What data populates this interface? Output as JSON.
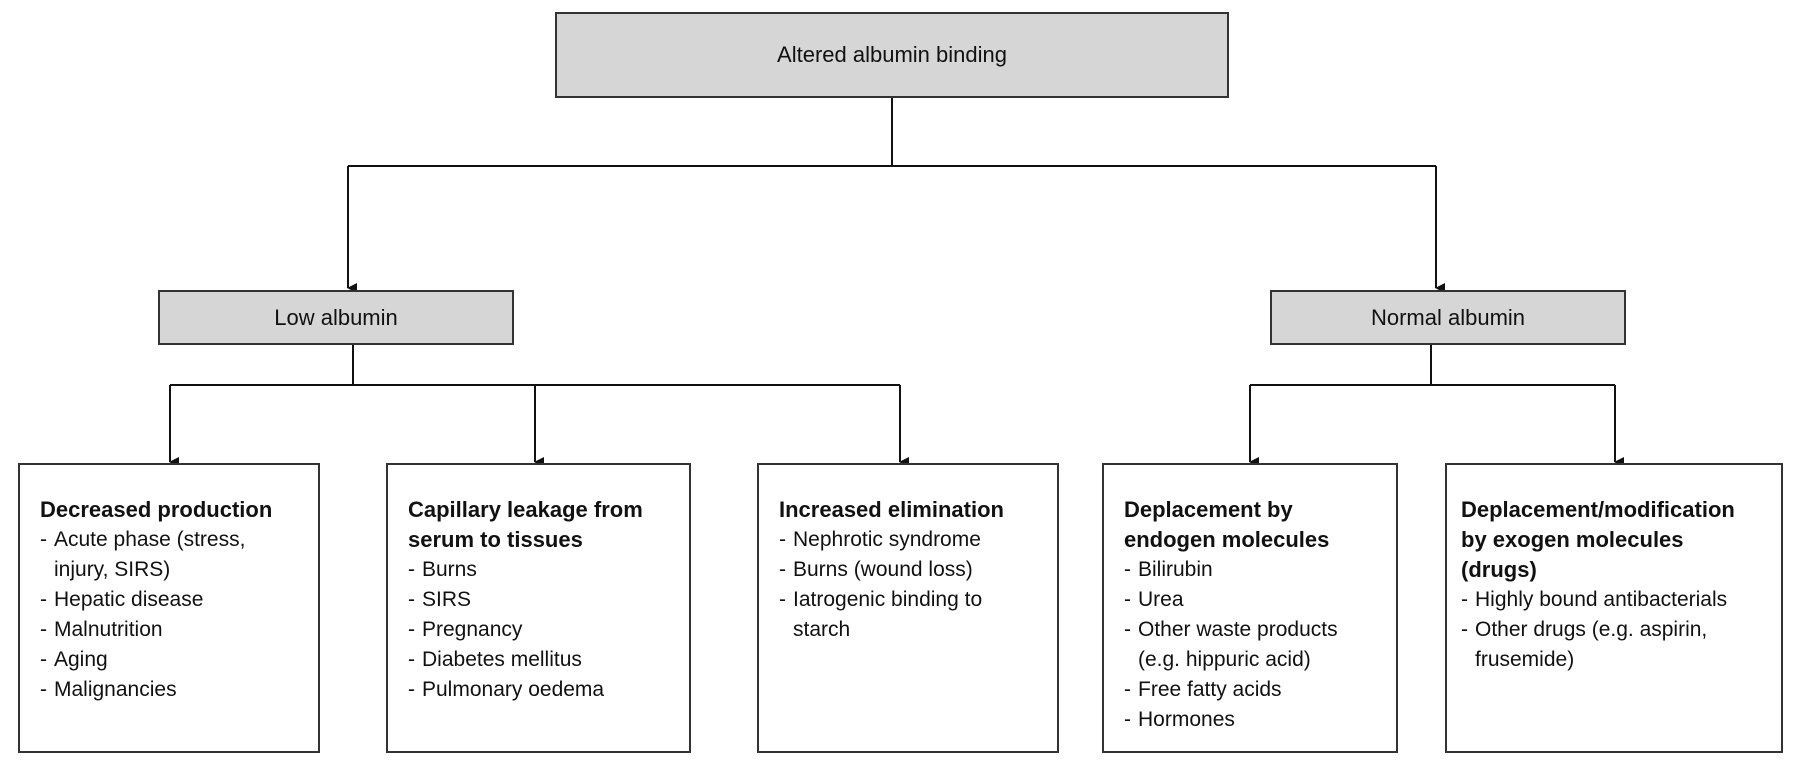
{
  "root": {
    "label": "Altered albumin binding"
  },
  "low": {
    "label": "Low albumin"
  },
  "normal": {
    "label": "Normal albumin"
  },
  "boxes": [
    {
      "heading": "Decreased production",
      "items": [
        "Acute phase (stress,\ninjury, SIRS)",
        "Hepatic disease",
        "Malnutrition",
        "Aging",
        "Malignancies"
      ]
    },
    {
      "heading": "Capillary leakage from\nserum to tissues",
      "items": [
        "Burns",
        "SIRS",
        "Pregnancy",
        "Diabetes mellitus",
        "Pulmonary oedema"
      ]
    },
    {
      "heading": "Increased elimination",
      "items": [
        "Nephrotic syndrome",
        "Burns (wound loss)",
        "Iatrogenic binding to\nstarch"
      ]
    },
    {
      "heading": "Deplacement by\nendogen molecules",
      "items": [
        "Bilirubin",
        "Urea",
        "Other waste products\n(e.g. hippuric acid)",
        "Free fatty acids",
        "Hormones"
      ]
    },
    {
      "heading": "Deplacement/modification\nby exogen molecules\n(drugs)",
      "items": [
        "Highly bound antibacterials",
        "Other drugs (e.g. aspirin,\nfrusemide)"
      ]
    }
  ]
}
